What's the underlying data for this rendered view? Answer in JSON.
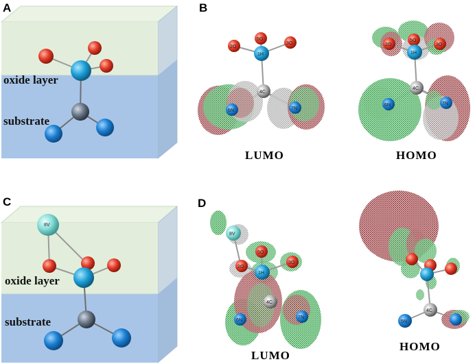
{
  "panels": {
    "a": {
      "letter": "A",
      "oxide_label": "oxide layer",
      "substrate_label": "substrate"
    },
    "b": {
      "letter": "B",
      "lumo": "LUMO",
      "homo": "HOMO"
    },
    "c": {
      "letter": "C",
      "oxide_label": "oxide layer",
      "substrate_label": "substrate"
    },
    "d": {
      "letter": "D",
      "lumo": "LUMO",
      "homo": "HOMO"
    }
  },
  "atoms": {
    "o2": "2O",
    "o3": "3O",
    "o5": "5O",
    "h1": "1H",
    "c4": "4C",
    "n6": "6N",
    "n7": "7N",
    "v8": "8V",
    "n5": "5N"
  },
  "colors": {
    "oxide_layer": "#e3f0dc",
    "substrate_layer": "#a9c6e9",
    "oxygen": "#e0412b",
    "hydrogen_center": "#2ba3d6",
    "carbon": "#6f7c8c",
    "nitrogen": "#1f86d6",
    "vanadium": "#8fe0dc",
    "lobe_green": "#1fa33a",
    "lobe_red": "#8e1f24"
  }
}
